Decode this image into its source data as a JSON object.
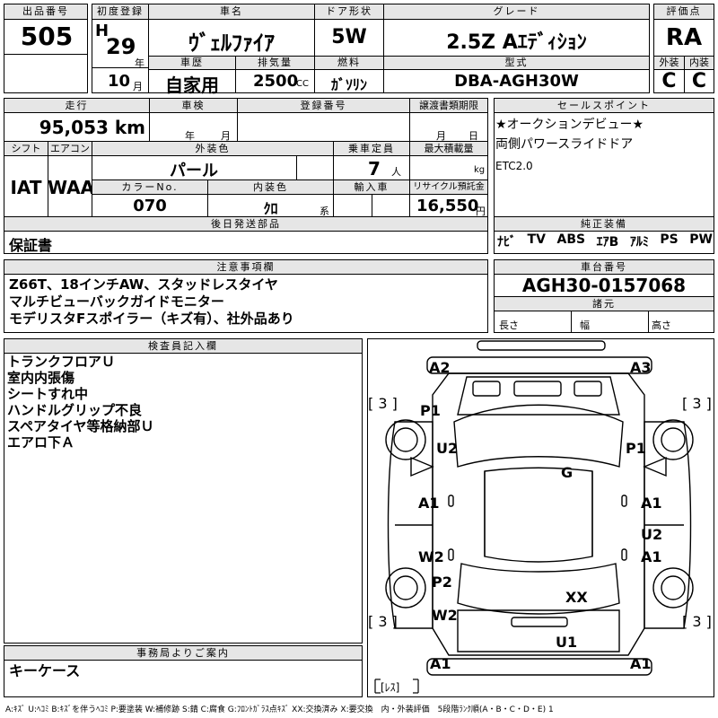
{
  "header": {
    "lot_label": "出品番号",
    "lot_no": "505",
    "first_reg_label": "初度登録",
    "era": "H",
    "year": "29",
    "year_unit": "年",
    "month": "10",
    "month_unit": "月",
    "car_name_label": "車名",
    "car_name": "ｳﾞｪﾙﾌｧｲｱ",
    "door_label": "ドア形状",
    "door": "5W",
    "grade_label": "グレード",
    "grade": "2.5Z Aｴﾃﾞｨｼｮﾝ",
    "score_label": "評価点",
    "score": "RA",
    "history_label": "車歴",
    "history": "自家用",
    "displacement_label": "排気量",
    "displacement": "2500",
    "displacement_unit": "CC",
    "fuel_label": "燃料",
    "fuel": "ｶﾞｿﾘﾝ",
    "model_label": "型式",
    "model": "DBA-AGH30W",
    "exterior_label": "外装",
    "exterior": "C",
    "interior_label": "内装",
    "interior": "C"
  },
  "row2": {
    "mileage_label": "走行",
    "mileage": "95,053 km",
    "inspection_label": "車検",
    "insp_year": "年",
    "insp_month": "月",
    "regno_label": "登録番号",
    "transfer_label": "譲渡書類期限",
    "transfer_month": "月",
    "transfer_day": "日",
    "shift_label": "シフト",
    "shift": "IAT",
    "ac_label": "エアコン",
    "ac": "WAA",
    "color_label": "外装色",
    "color": "パール",
    "capacity_label": "乗車定員",
    "capacity": "7",
    "capacity_unit": "人",
    "load_label": "最大積載量",
    "load_unit": "kg",
    "color_no_label": "カラーNo.",
    "color_no": "070",
    "int_color_label": "内装色",
    "int_color": "ｸﾛ",
    "int_color_unit": "系",
    "import_label": "輸入車",
    "recycle_label": "リサイクル預託金",
    "recycle": "16,550",
    "recycle_unit": "円",
    "later_label": "後日発送部品",
    "later": "保証書"
  },
  "sales": {
    "label": "セールスポイント",
    "lines": [
      "★オークションデビュー★",
      "両側パワースライドドア",
      "ETC2.0"
    ]
  },
  "equipment": {
    "label": "純正装備",
    "items": [
      "ﾅﾋﾞ",
      "TV",
      "ABS",
      "ｴｱB",
      "ｱﾙﾐ",
      "PS",
      "PW"
    ]
  },
  "notes": {
    "label": "注意事項欄",
    "lines": [
      "Z66T、18インチAW、スタッドレスタイヤ",
      "マルチビューバックガイドモニター",
      "モデリスタFスポイラー（キズ有）、社外品あり"
    ]
  },
  "chassis": {
    "label": "車台番号",
    "value": "AGH30-0157068",
    "spec_label": "諸元",
    "length": "長さ",
    "width": "幅",
    "height": "高さ"
  },
  "inspector": {
    "label": "検査員記入欄",
    "lines": [
      "トランクフロアＵ",
      "室内内張傷",
      "シートすれ中",
      "ハンドルグリップ不良",
      "スペアタイヤ等格納部Ｕ",
      "エアロ下Ａ"
    ]
  },
  "office": {
    "label": "事務局よりご案内",
    "text": "キーケース"
  },
  "legend": "A:ｷｽﾞ U:ﾍｺﾐ B:ｷｽﾞを伴うﾍｺﾐ P:要塗装 W:補修跡 S:錆 C:腐食 G:ﾌﾛﾝﾄｶﾞﾗｽ点ｷｽﾞ XX:交換済み X:要交換　内・外装評価　5段階ﾗﾝｸ順(A・B・C・D・E) 1",
  "diagram": {
    "A2": "A2",
    "A3": "A3",
    "P1a": "P1",
    "U2a": "U2",
    "P1b": "P1",
    "G": "G",
    "A1a": "A1",
    "A1b": "A1",
    "U2b": "U2",
    "A1c": "A1",
    "W2a": "W2",
    "P2": "P2",
    "W2b": "W2",
    "XX": "XX",
    "U1": "U1",
    "A1d": "A1",
    "A1e": "A1",
    "tire_fl": "[ 3 ]",
    "tire_fr": "[ 3 ]",
    "tire_rl": "[ 3 ]",
    "tire_rr": "[ 3 ]",
    "spare": "[ﾚｽ]"
  }
}
